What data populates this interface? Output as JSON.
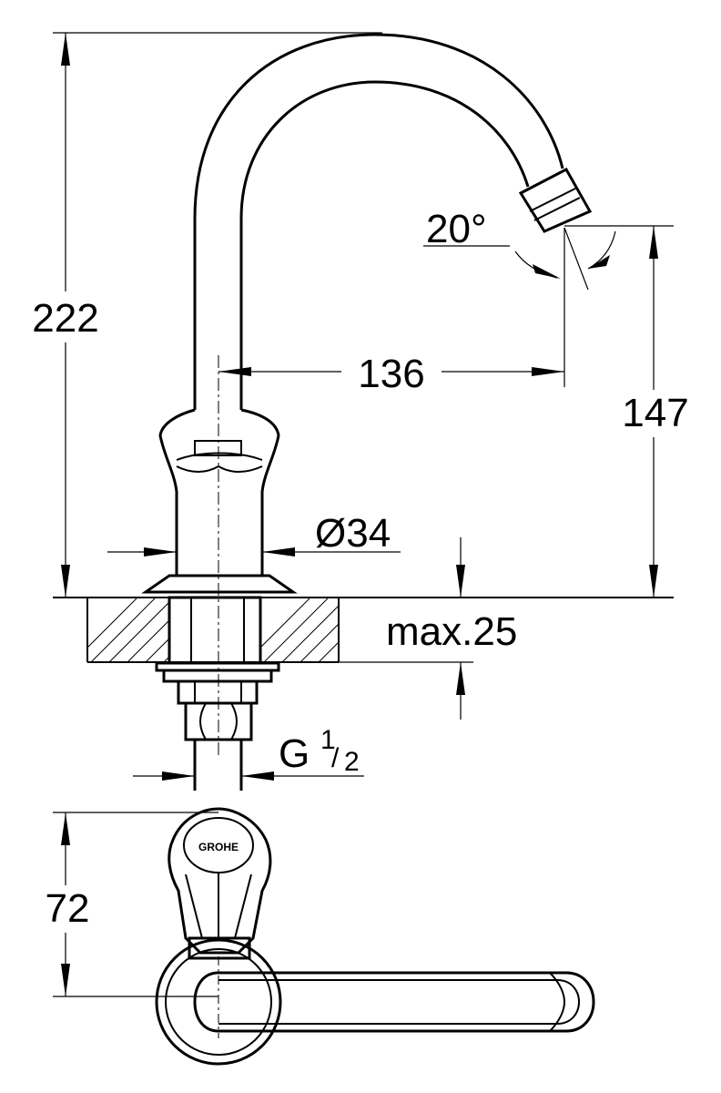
{
  "dimensions": {
    "total_height": "222",
    "spout_reach": "136",
    "spout_height": "147",
    "base_diameter": "Ø34",
    "max_thickness": "max.25",
    "thread_base": "G ",
    "thread_numerator": "1",
    "thread_denominator": "2",
    "angle": "20°",
    "plan_depth": "72"
  },
  "logo_text": "GROHE"
}
